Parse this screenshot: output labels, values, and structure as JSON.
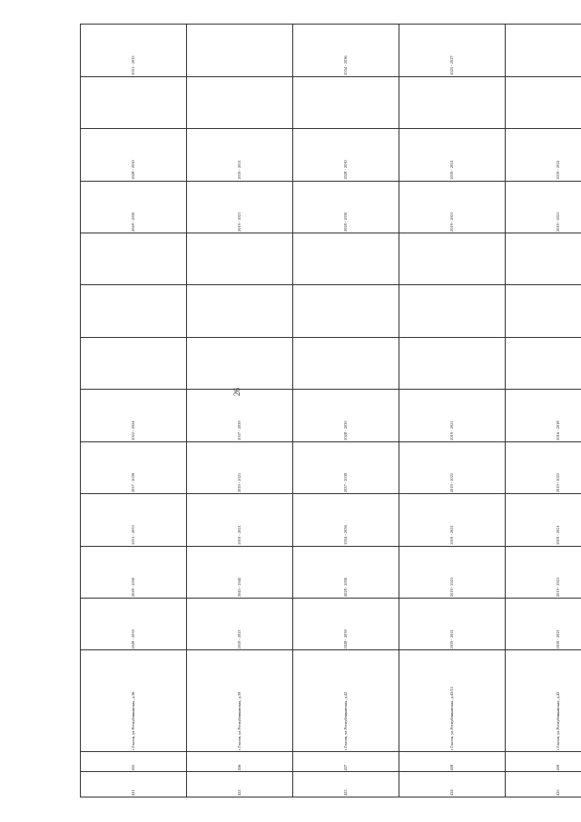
{
  "page_number": "26",
  "rows": [
    [
      "421",
      "455",
      "г.Глазов, ул.Республиканская, д.36",
      "2028 - 2030",
      "2028 - 2030",
      "2031 - 2033",
      "2037 - 2039",
      "2022 - 2024",
      "",
      "",
      "",
      "2028 - 2030",
      "2028 - 2030",
      "",
      "2031 - 2033"
    ],
    [
      "422",
      "456",
      "г.Глазов, ул.Республиканская, д.39",
      "2019 - 2021",
      "2043 - 2045",
      "2019 - 2021",
      "2019 - 2021",
      "2037 - 2039",
      "",
      "",
      "",
      "2019 - 2021",
      "2019 - 2021",
      "",
      ""
    ],
    [
      "423",
      "457",
      "г.Глазов, ул.Республиканская, д.42",
      "2028 - 2030",
      "2028 - 2030",
      "2034 - 2036",
      "2037 - 2039",
      "2028 - 2030",
      "",
      "",
      "",
      "2028 - 2030",
      "2028 - 2030",
      "",
      "2034 - 2036"
    ],
    [
      "424",
      "458",
      "г.Глазов, ул.Республиканская, д.43/15",
      "2019 - 2021",
      "2019 - 2021",
      "2019 - 2021",
      "2019 - 2021",
      "2019 - 2021",
      "",
      "",
      "",
      "2019 - 2021",
      "2019 - 2021",
      "",
      "2025 - 2027"
    ],
    [
      "425",
      "459",
      "г.Глазов, ул.Республиканская, д.45",
      "2019 - 2021",
      "2019 - 2021",
      "2019 - 2021",
      "2019 - 2021",
      "2016 - 2018",
      "",
      "",
      "",
      "2019 - 2021",
      "2019 - 2021",
      "",
      ""
    ]
  ]
}
